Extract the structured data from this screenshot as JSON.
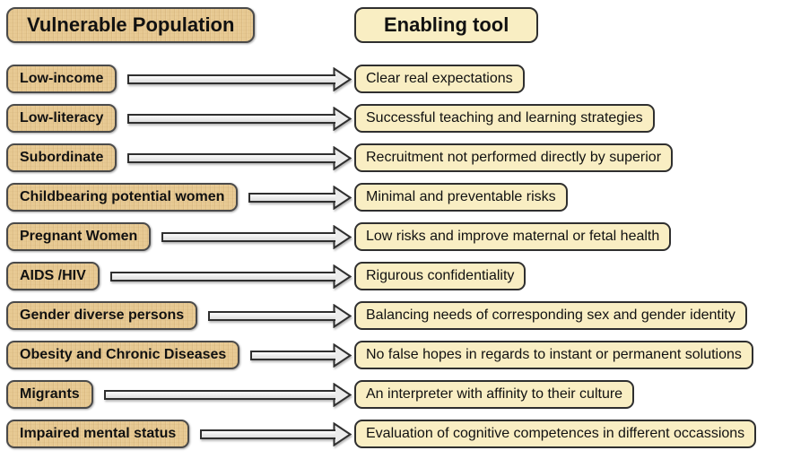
{
  "headers": {
    "population": "Vulnerable Population",
    "tool": "Enabling tool"
  },
  "rows": [
    {
      "population": "Low-income",
      "tool": "Clear real expectations"
    },
    {
      "population": "Low-literacy",
      "tool": "Successful teaching and learning strategies"
    },
    {
      "population": "Subordinate",
      "tool": "Recruitment not performed directly by superior"
    },
    {
      "population": "Childbearing potential women",
      "tool": "Minimal and preventable risks"
    },
    {
      "population": "Pregnant Women",
      "tool": "Low risks and improve maternal or fetal health"
    },
    {
      "population": "AIDS /HIV",
      "tool": "Rigurous confidentiality"
    },
    {
      "population": "Gender diverse persons",
      "tool": "Balancing needs of corresponding sex and gender identity"
    },
    {
      "population": "Obesity and Chronic Diseases",
      "tool": "No false hopes in regards to instant or permanent solutions"
    },
    {
      "population": "Migrants",
      "tool": "An interpreter with affinity to their culture"
    },
    {
      "population": "Impaired mental status",
      "tool": "Evaluation of cognitive competences in different occassions"
    }
  ],
  "colors": {
    "population_fill": "#e7c992",
    "tool_fill": "#f9eec3",
    "box_border": "#2f2f2f",
    "population_border": "#4a4a4a",
    "arrow_fill": "#ececec",
    "arrow_outline": "#2f2f2f",
    "background": "#ffffff",
    "text": "#111111"
  }
}
